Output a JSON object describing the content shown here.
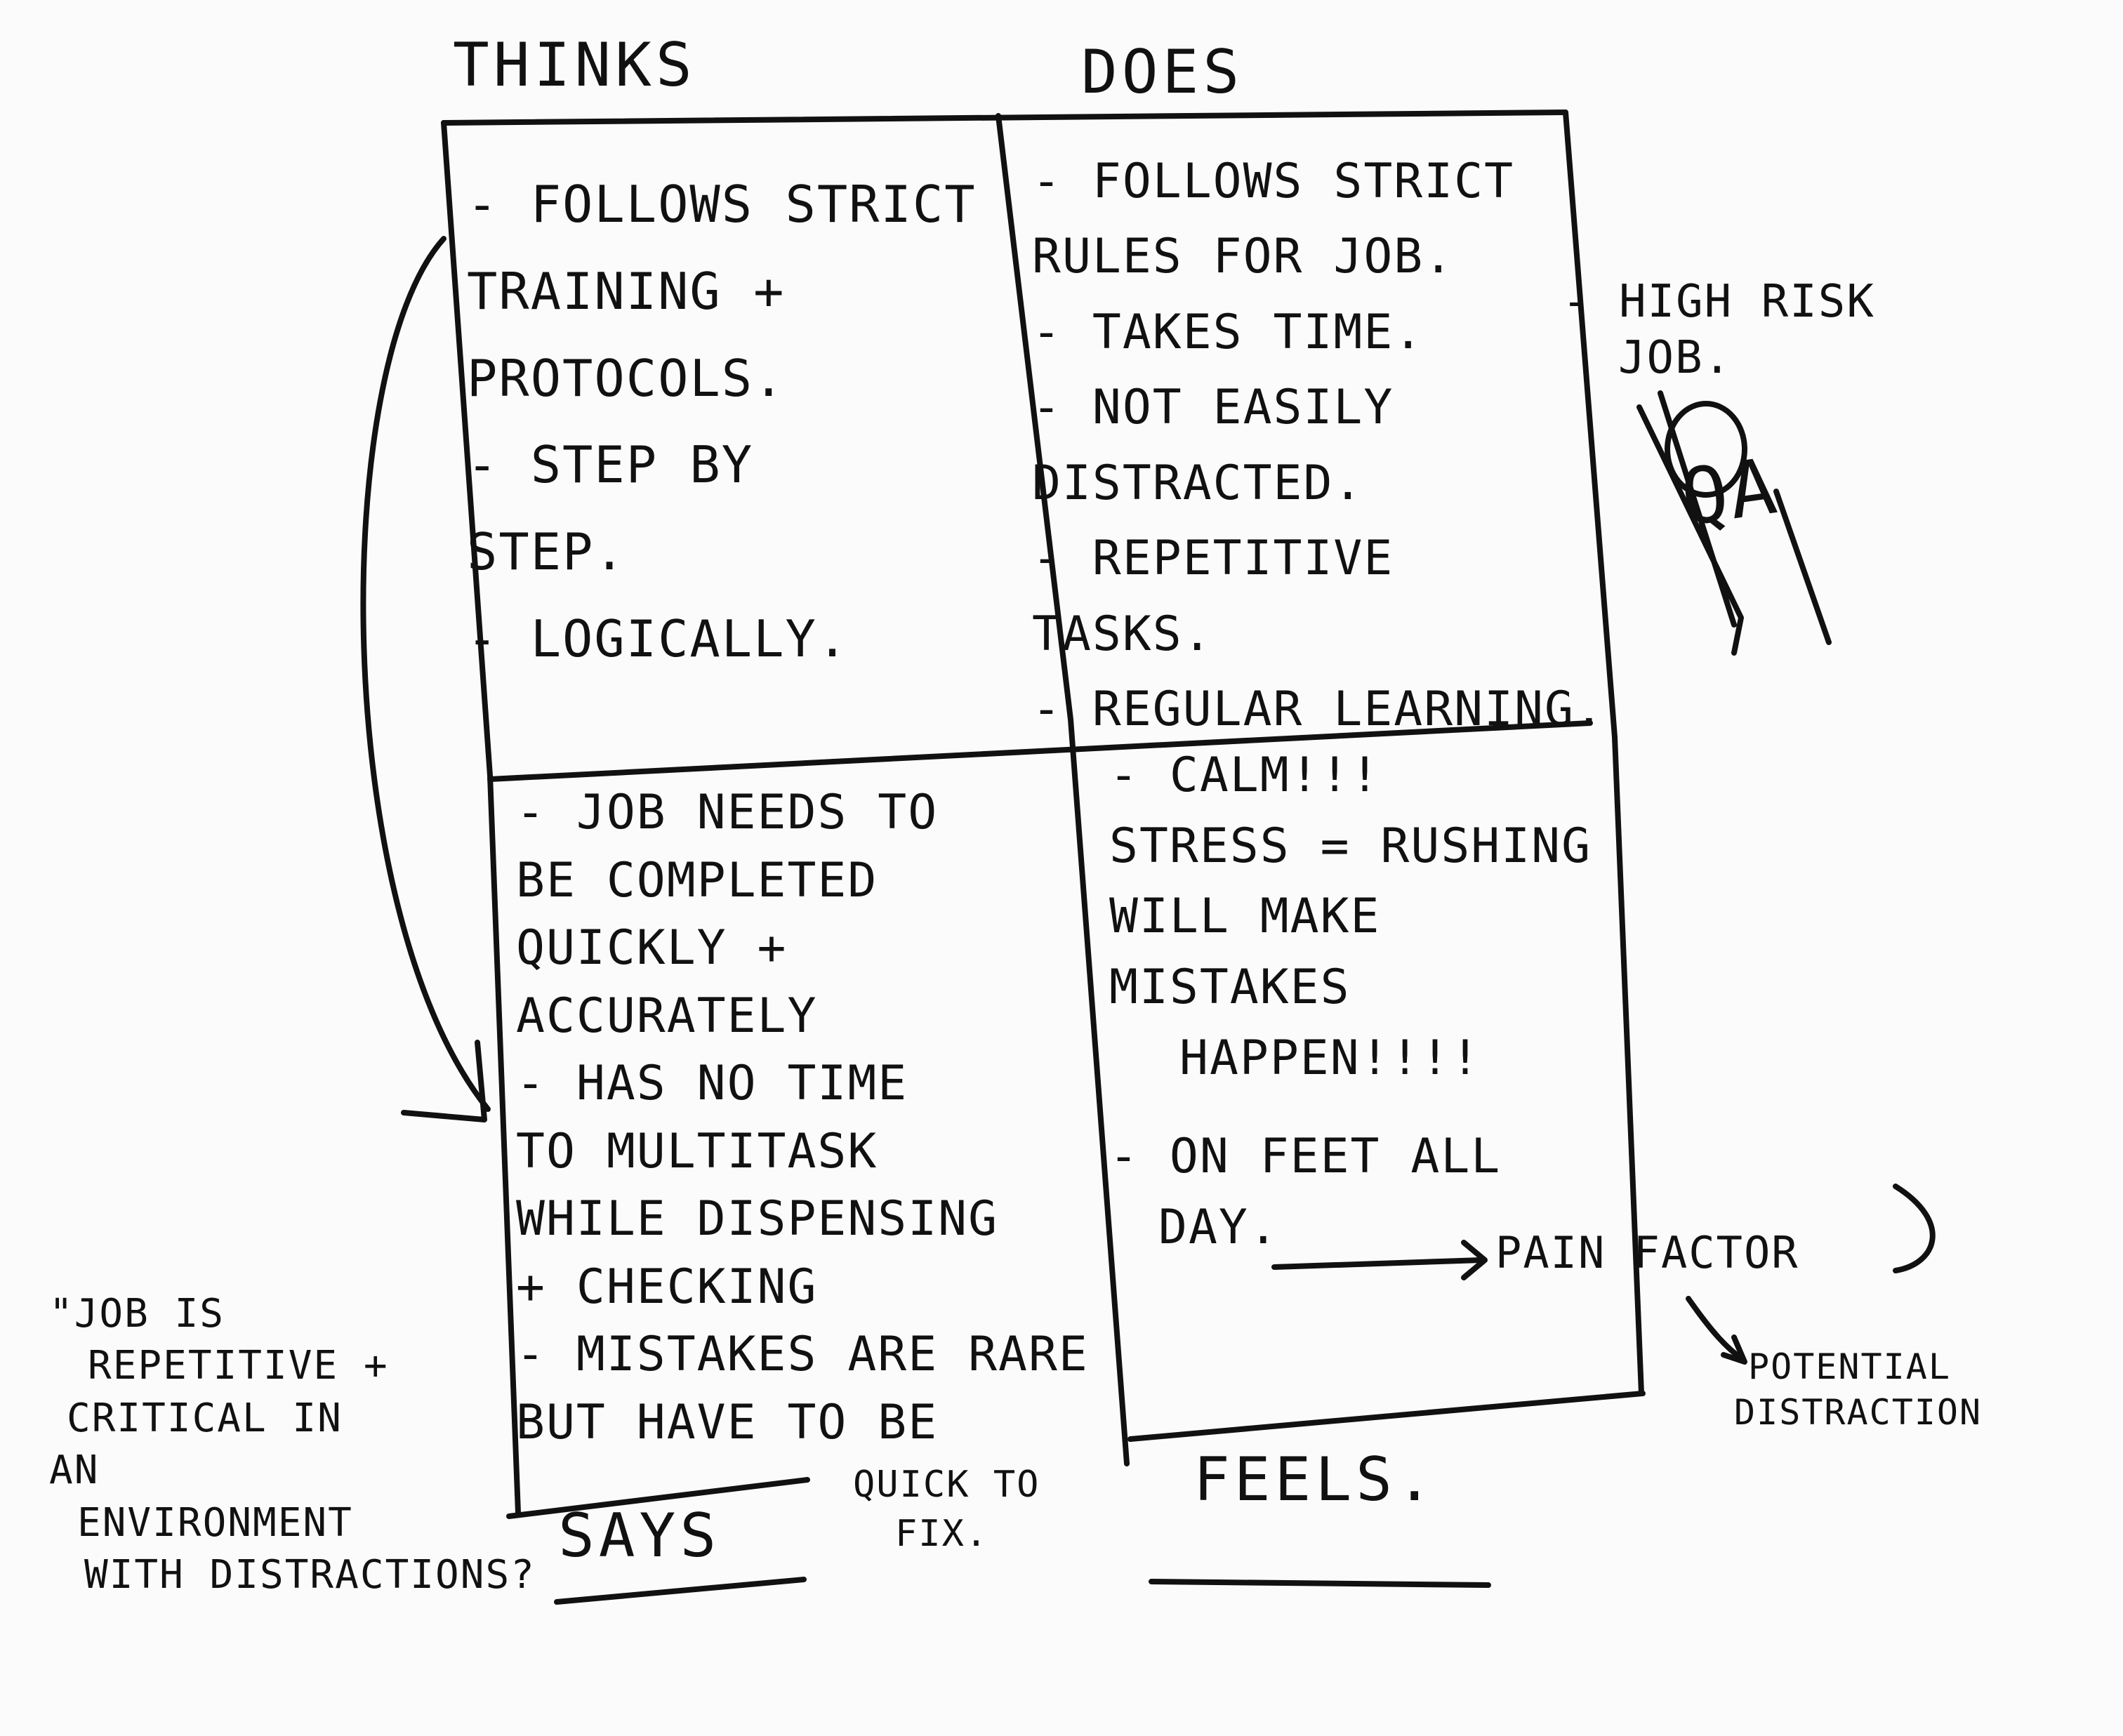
{
  "labels": {
    "thinks": "THINKS",
    "does": "DOES",
    "says": "SAYS",
    "feels": "FEELS."
  },
  "quadrants": {
    "thinks": [
      "- FOLLOWS STRICT",
      "TRAINING +",
      "PROTOCOLS.",
      "- STEP BY",
      "STEP.",
      "- LOGICALLY."
    ],
    "does": [
      "- FOLLOWS STRICT",
      "RULES FOR JOB.",
      "- TAKES TIME.",
      "- NOT EASILY",
      "DISTRACTED.",
      "- REPETITIVE",
      "TASKS.",
      "- REGULAR LEARNING."
    ],
    "says": [
      "- JOB NEEDS TO",
      "BE COMPLETED",
      "QUICKLY +",
      "ACCURATELY",
      "- HAS NO TIME",
      "TO MULTITASK",
      "WHILE DISPENSING",
      "+ CHECKING",
      "- MISTAKES ARE RARE",
      "BUT HAVE TO BE"
    ],
    "feels": [
      "- CALM!!!",
      "STRESS = RUSHING",
      "WILL MAKE",
      "MISTAKES",
      "HAPPEN!!!!",
      "- ON FEET ALL",
      "DAY."
    ]
  },
  "annotations": {
    "high_risk": [
      "- HIGH RISK",
      "JOB."
    ],
    "qa": "QA",
    "quick_fix": [
      "QUICK TO",
      "FIX."
    ],
    "pain_factor": "PAIN FACTOR",
    "potential_distraction": [
      "POTENTIAL",
      "DISTRACTION"
    ],
    "side_quote": [
      "\"JOB IS",
      "REPETITIVE +",
      "CRITICAL IN",
      "AN",
      "ENVIRONMENT",
      "WITH DISTRACTIONS?"
    ]
  },
  "colors": {
    "ink": "#111111",
    "paper": "#fbfbfb"
  }
}
